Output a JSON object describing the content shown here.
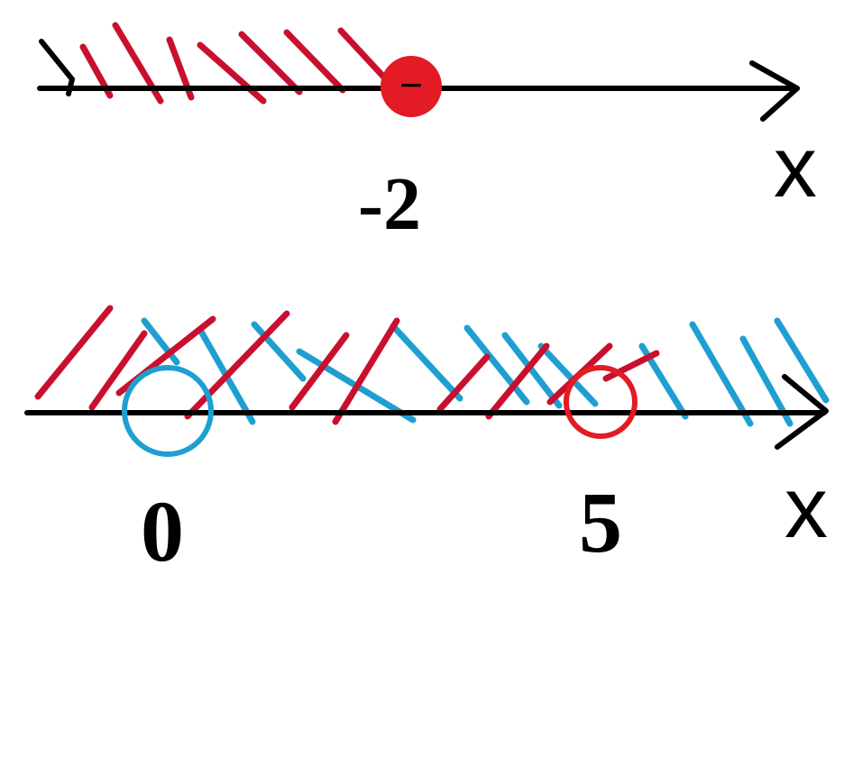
{
  "colors": {
    "axis": "#000000",
    "hatch_red": "#c8102e",
    "hatch_blue": "#1f9fd1",
    "point_red": "#e21b24"
  },
  "top_line": {
    "variable": "x",
    "point_label": "-2",
    "point_sign": "−",
    "point_style": "filled",
    "hatch_direction": "left"
  },
  "bottom_line": {
    "variable": "x",
    "points": [
      {
        "label": "0",
        "style": "open",
        "color": "blue"
      },
      {
        "label": "5",
        "style": "open",
        "color": "red"
      }
    ]
  }
}
